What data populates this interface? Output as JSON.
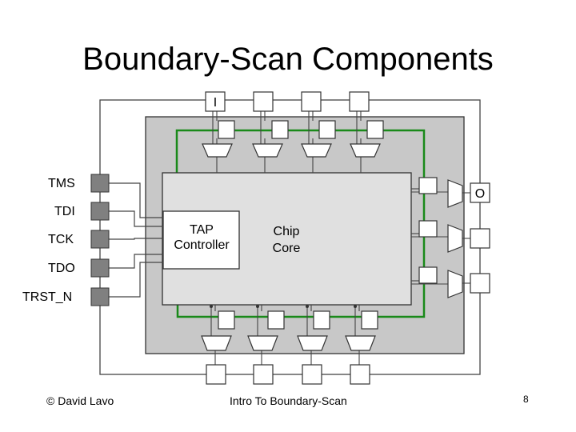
{
  "title": "Boundary-Scan Components",
  "labels": {
    "input_pin": "I",
    "output_pin": "O",
    "tap_line1": "TAP",
    "tap_line2": "Controller",
    "core_line1": "Chip",
    "core_line2": "Core"
  },
  "tap_pins": [
    "TMS",
    "TDI",
    "TCK",
    "TDO",
    "TRST_N"
  ],
  "footer": {
    "author": "© David Lavo",
    "topic": "Intro To Boundary-Scan",
    "page_number": "8"
  },
  "colors": {
    "scan_chain": "#1a8a1a",
    "chip_fill": "#c8c8c8",
    "core_fill": "#e0e0e0",
    "pin_fill": "#808080"
  }
}
